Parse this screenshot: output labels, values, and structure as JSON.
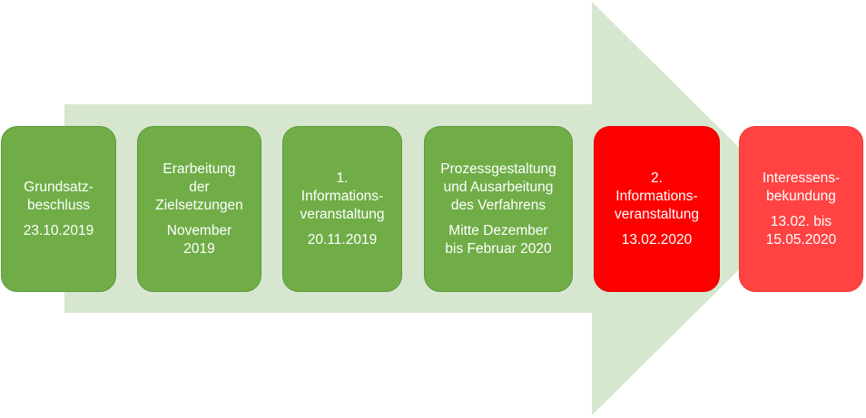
{
  "colors": {
    "arrow": "#d6e6cf",
    "green": "#70ad47",
    "red": "#ff0000",
    "light_red": "#ff4343",
    "text": "#ffffff"
  },
  "steps": [
    {
      "title_lines": [
        "Grundsatz-",
        "beschluss"
      ],
      "date_lines": [
        "23.10.2019"
      ],
      "color": "green"
    },
    {
      "title_lines": [
        "Erarbeitung",
        "der",
        "Zielsetzungen"
      ],
      "date_lines": [
        "November",
        "2019"
      ],
      "color": "green"
    },
    {
      "title_lines": [
        "1.",
        "Informations-",
        "veranstaltung"
      ],
      "date_lines": [
        "20.11.2019"
      ],
      "color": "green"
    },
    {
      "title_lines": [
        "Prozessgestaltung",
        "und Ausarbeitung",
        "des Verfahrens"
      ],
      "date_lines": [
        "Mitte Dezember",
        "bis Februar 2020"
      ],
      "color": "green"
    },
    {
      "title_lines": [
        "2.",
        "Informations-",
        "veranstaltung"
      ],
      "date_lines": [
        "13.02.2020"
      ],
      "color": "red"
    },
    {
      "title_lines": [
        "Interessens-",
        "bekundung"
      ],
      "date_lines": [
        "13.02. bis",
        "15.05.2020"
      ],
      "color": "light_red"
    }
  ]
}
